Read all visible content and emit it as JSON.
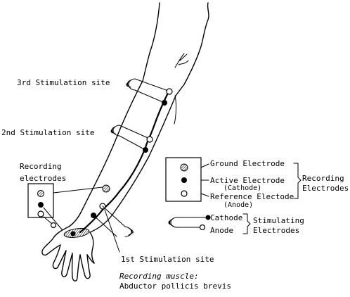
{
  "labels": {
    "site3": "3rd Stimulation site",
    "site2": "2nd Stimulation site",
    "site1": "1st Stimulation site",
    "recording_electrodes_line1": "Recording",
    "recording_electrodes_line2": "electrodes",
    "recording_muscle_line1": "Recording muscle:",
    "recording_muscle_line2": "Abductor pollicis brevis"
  },
  "legend": {
    "ground": "Ground Electrode",
    "active": "Active Electrode",
    "active_sub": "(Cathode)",
    "reference": "Reference Electode",
    "reference_sub": "(Anode)",
    "recording_group_line1": "Recording",
    "recording_group_line2": "Electrodes",
    "cathode": "Cathode",
    "anode": "Anode",
    "stimulating_group_line1": "Stimulating",
    "stimulating_group_line2": "Electrodes"
  },
  "icons": {
    "ground": "hatched-circle-icon",
    "active": "filled-circle-icon",
    "reference": "open-circle-icon",
    "stimulator": "coiled-wire-electrode-icon"
  },
  "colors": {
    "ink": "#000000",
    "background": "#ffffff"
  }
}
